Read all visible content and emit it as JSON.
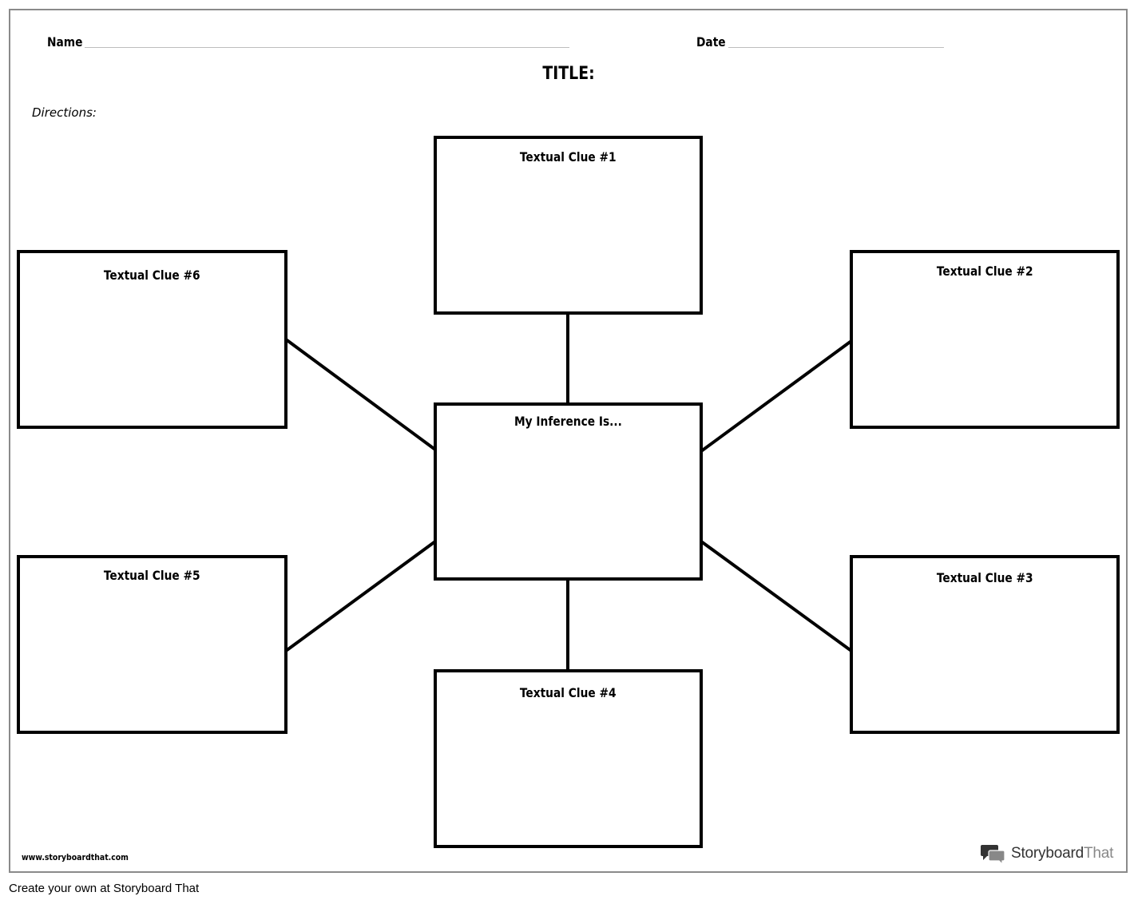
{
  "header": {
    "name_label": "Name",
    "date_label": "Date",
    "title": "TITLE:",
    "directions": "Directions:"
  },
  "boxes": {
    "clue1": "Textual Clue #1",
    "clue2": "Textual Clue #2",
    "clue3": "Textual Clue #3",
    "clue4": "Textual Clue #4",
    "clue5": "Textual Clue #5",
    "clue6": "Textual Clue #6",
    "center": "My Inference Is..."
  },
  "branding": {
    "site": "www.storyboardthat.com",
    "brand_part1": "Storyboard",
    "brand_part2": "That",
    "logo_icon": "speech-bubbles-icon"
  },
  "footer": {
    "text": "Create your own at Storyboard That"
  }
}
